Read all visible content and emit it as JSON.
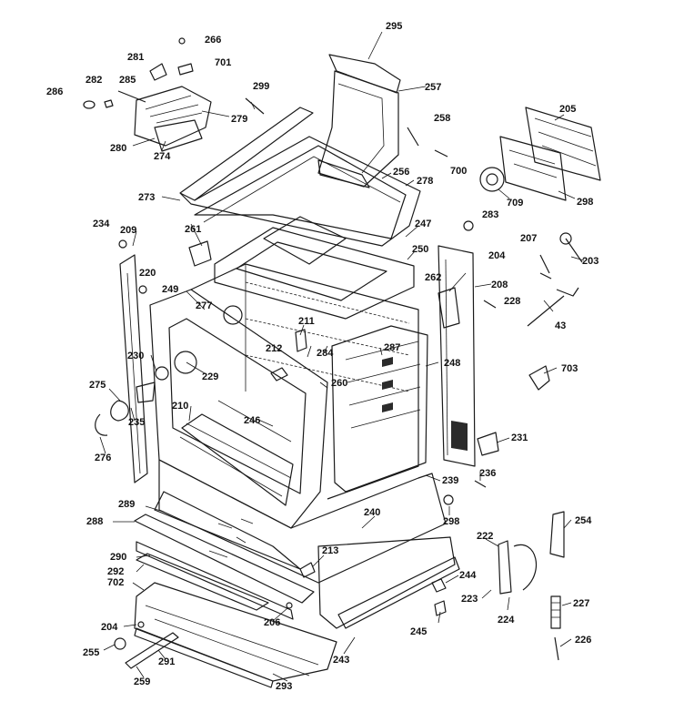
{
  "labels": [
    {
      "id": "295",
      "text": "295"
    },
    {
      "id": "266",
      "text": "266"
    },
    {
      "id": "281",
      "text": "281"
    },
    {
      "id": "701",
      "text": "701"
    },
    {
      "id": "282",
      "text": "282"
    },
    {
      "id": "285",
      "text": "285"
    },
    {
      "id": "286",
      "text": "286"
    },
    {
      "id": "299",
      "text": "299"
    },
    {
      "id": "257",
      "text": "257"
    },
    {
      "id": "279",
      "text": "279"
    },
    {
      "id": "258",
      "text": "258"
    },
    {
      "id": "205",
      "text": "205"
    },
    {
      "id": "280",
      "text": "280"
    },
    {
      "id": "274",
      "text": "274"
    },
    {
      "id": "700",
      "text": "700"
    },
    {
      "id": "256",
      "text": "256"
    },
    {
      "id": "278",
      "text": "278"
    },
    {
      "id": "709",
      "text": "709"
    },
    {
      "id": "298a",
      "text": "298"
    },
    {
      "id": "273",
      "text": "273"
    },
    {
      "id": "283",
      "text": "283"
    },
    {
      "id": "234",
      "text": "234"
    },
    {
      "id": "209",
      "text": "209"
    },
    {
      "id": "261",
      "text": "261"
    },
    {
      "id": "247",
      "text": "247"
    },
    {
      "id": "207",
      "text": "207"
    },
    {
      "id": "204a",
      "text": "204"
    },
    {
      "id": "203",
      "text": "203"
    },
    {
      "id": "250",
      "text": "250"
    },
    {
      "id": "220",
      "text": "220"
    },
    {
      "id": "262",
      "text": "262"
    },
    {
      "id": "208",
      "text": "208"
    },
    {
      "id": "249",
      "text": "249"
    },
    {
      "id": "277",
      "text": "277"
    },
    {
      "id": "228",
      "text": "228"
    },
    {
      "id": "211",
      "text": "211"
    },
    {
      "id": "43",
      "text": "43"
    },
    {
      "id": "212",
      "text": "212"
    },
    {
      "id": "284",
      "text": "284"
    },
    {
      "id": "287",
      "text": "287"
    },
    {
      "id": "230",
      "text": "230"
    },
    {
      "id": "229",
      "text": "229"
    },
    {
      "id": "248",
      "text": "248"
    },
    {
      "id": "703",
      "text": "703"
    },
    {
      "id": "275",
      "text": "275"
    },
    {
      "id": "260",
      "text": "260"
    },
    {
      "id": "210",
      "text": "210"
    },
    {
      "id": "235",
      "text": "235"
    },
    {
      "id": "246",
      "text": "246"
    },
    {
      "id": "231",
      "text": "231"
    },
    {
      "id": "276",
      "text": "276"
    },
    {
      "id": "236",
      "text": "236"
    },
    {
      "id": "239",
      "text": "239"
    },
    {
      "id": "289",
      "text": "289"
    },
    {
      "id": "240",
      "text": "240"
    },
    {
      "id": "298b",
      "text": "298"
    },
    {
      "id": "288",
      "text": "288"
    },
    {
      "id": "254",
      "text": "254"
    },
    {
      "id": "222",
      "text": "222"
    },
    {
      "id": "290",
      "text": "290"
    },
    {
      "id": "213",
      "text": "213"
    },
    {
      "id": "292",
      "text": "292"
    },
    {
      "id": "244",
      "text": "244"
    },
    {
      "id": "702",
      "text": "702"
    },
    {
      "id": "223",
      "text": "223"
    },
    {
      "id": "227",
      "text": "227"
    },
    {
      "id": "206",
      "text": "206"
    },
    {
      "id": "204b",
      "text": "204"
    },
    {
      "id": "224",
      "text": "224"
    },
    {
      "id": "245",
      "text": "245"
    },
    {
      "id": "255",
      "text": "255"
    },
    {
      "id": "291",
      "text": "291"
    },
    {
      "id": "243",
      "text": "243"
    },
    {
      "id": "226",
      "text": "226"
    },
    {
      "id": "259",
      "text": "259"
    },
    {
      "id": "293",
      "text": "293"
    }
  ]
}
